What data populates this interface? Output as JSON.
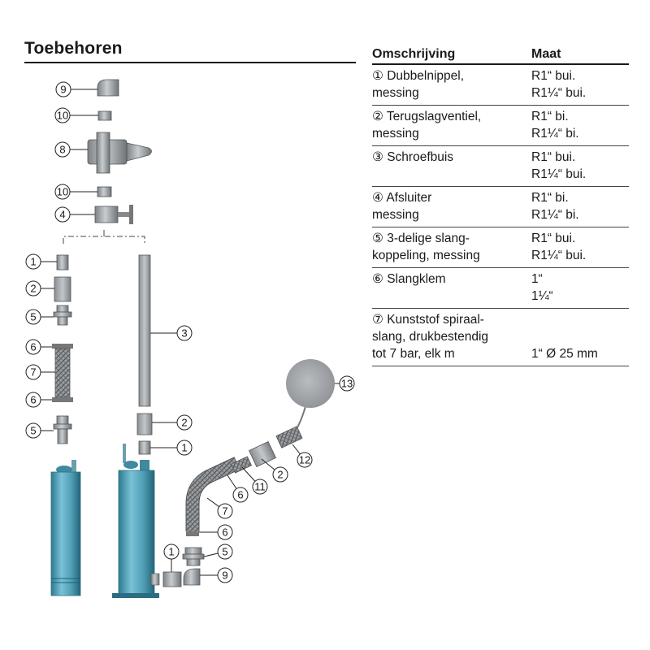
{
  "heading": "Toebehoren",
  "table": {
    "headers": {
      "description": "Omschrijving",
      "size": "Maat"
    },
    "rows": [
      {
        "desc": [
          "① Dubbelnippel,",
          "messing"
        ],
        "size": [
          "R1“ bui.",
          "R1¼“ bui."
        ]
      },
      {
        "desc": [
          "② Terugslagventiel,",
          "messing"
        ],
        "size": [
          "R1“ bi.",
          "R1¼“ bi."
        ]
      },
      {
        "desc": [
          "③ Schroefbuis",
          ""
        ],
        "size": [
          "R1“ bui.",
          "R1¼“ bui."
        ]
      },
      {
        "desc": [
          "④ Afsluiter",
          "messing"
        ],
        "size": [
          "R1“ bi.",
          "R1¼“ bi."
        ]
      },
      {
        "desc": [
          "⑤ 3-delige slang-",
          "koppeling, messing"
        ],
        "size": [
          "R1“ bui.",
          "R1¼“ bui."
        ]
      },
      {
        "desc": [
          "⑥ Slangklem",
          ""
        ],
        "size": [
          "1“",
          "1¼“"
        ]
      },
      {
        "desc": [
          "⑦ Kunststof spiraal-",
          "slang, drukbestendig",
          "tot 7 bar, elk m"
        ],
        "size": [
          "",
          "",
          "1“ Ø 25 mm"
        ]
      }
    ]
  },
  "callouts": [
    "9",
    "10",
    "8",
    "10",
    "4",
    "1",
    "2",
    "5",
    "6",
    "7",
    "6",
    "5",
    "3",
    "2",
    "1",
    "13",
    "12",
    "2",
    "11",
    "6",
    "7",
    "6",
    "1",
    "5",
    "9"
  ]
}
